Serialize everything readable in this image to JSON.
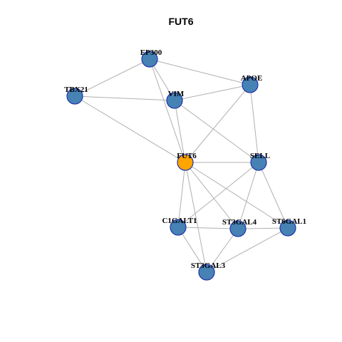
{
  "title": "FUT6",
  "colors": {
    "node_default": "#4682b4",
    "node_focus": "#ffa500",
    "node_border": "#2233aa",
    "edge": "#b0b0b0"
  },
  "nodes": [
    {
      "id": "EP300",
      "label": "EP300",
      "focus": false
    },
    {
      "id": "TBX21",
      "label": "TBX21",
      "focus": false
    },
    {
      "id": "VIM",
      "label": "VIM",
      "focus": false
    },
    {
      "id": "APOE",
      "label": "APOE",
      "focus": false
    },
    {
      "id": "FUT6",
      "label": "FUT6",
      "focus": true
    },
    {
      "id": "SELL",
      "label": "SELL",
      "focus": false
    },
    {
      "id": "C1GALT1",
      "label": "C1GALT1",
      "focus": false
    },
    {
      "id": "ST3GAL4",
      "label": "ST3GAL4",
      "focus": false
    },
    {
      "id": "ST6GAL1",
      "label": "ST6GAL1",
      "focus": false
    },
    {
      "id": "ST3GAL3",
      "label": "ST3GAL3",
      "focus": false
    }
  ],
  "edges": [
    [
      "EP300",
      "TBX21"
    ],
    [
      "EP300",
      "VIM"
    ],
    [
      "EP300",
      "APOE"
    ],
    [
      "EP300",
      "FUT6"
    ],
    [
      "TBX21",
      "VIM"
    ],
    [
      "TBX21",
      "FUT6"
    ],
    [
      "VIM",
      "APOE"
    ],
    [
      "VIM",
      "FUT6"
    ],
    [
      "VIM",
      "SELL"
    ],
    [
      "APOE",
      "FUT6"
    ],
    [
      "APOE",
      "SELL"
    ],
    [
      "FUT6",
      "SELL"
    ],
    [
      "FUT6",
      "C1GALT1"
    ],
    [
      "FUT6",
      "ST3GAL4"
    ],
    [
      "FUT6",
      "ST6GAL1"
    ],
    [
      "FUT6",
      "ST3GAL3"
    ],
    [
      "SELL",
      "C1GALT1"
    ],
    [
      "SELL",
      "ST3GAL4"
    ],
    [
      "SELL",
      "ST6GAL1"
    ],
    [
      "C1GALT1",
      "ST3GAL4"
    ],
    [
      "C1GALT1",
      "ST3GAL3"
    ],
    [
      "ST3GAL4",
      "ST6GAL1"
    ],
    [
      "ST3GAL4",
      "ST3GAL3"
    ],
    [
      "ST6GAL1",
      "ST3GAL3"
    ]
  ]
}
